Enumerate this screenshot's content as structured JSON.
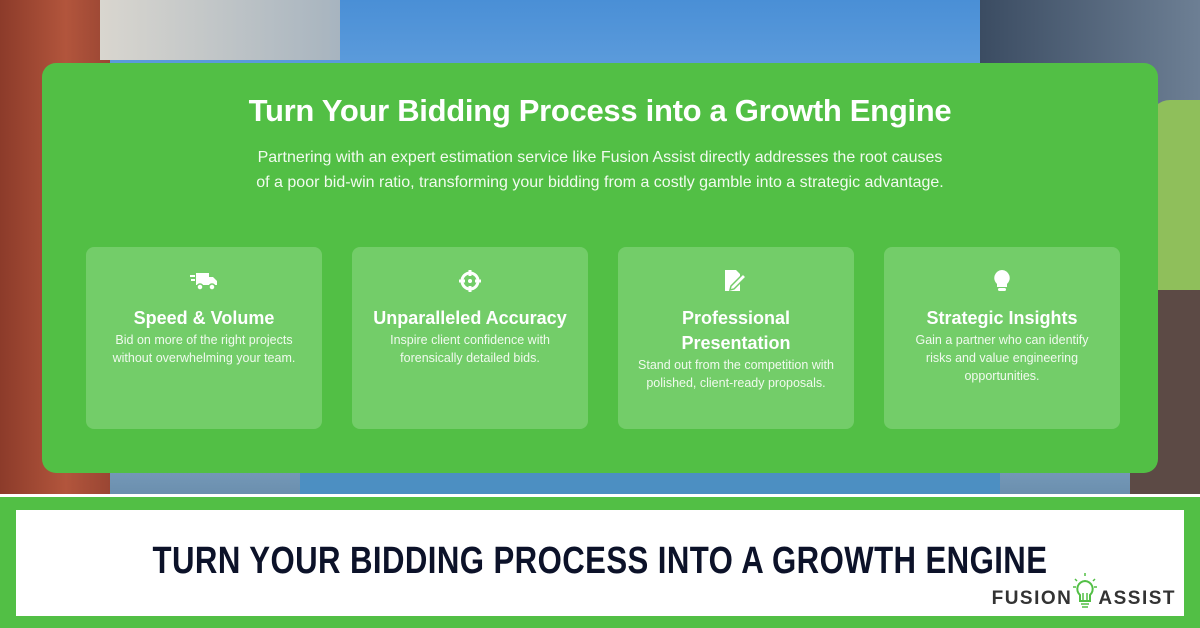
{
  "panel": {
    "title": "Turn Your Bidding Process into a Growth Engine",
    "intro": "Partnering with an expert estimation service like Fusion Assist directly addresses the root causes of a poor bid-win ratio, transforming your bidding from a costly gamble into a strategic advantage.",
    "cards": [
      {
        "icon": "truck-fast-icon",
        "title": "Speed & Volume",
        "text": "Bid on more of the right projects without overwhelming your team."
      },
      {
        "icon": "crosshairs-icon",
        "title": "Unparalleled Accuracy",
        "text": "Inspire client confidence with forensically detailed bids."
      },
      {
        "icon": "file-signature-icon",
        "title": "Professional Presentation",
        "text": "Stand out from the competition with polished, client-ready proposals."
      },
      {
        "icon": "lightbulb-icon",
        "title": "Strategic Insights",
        "text": "Gain a partner who can identify risks and value engineering opportunities."
      }
    ]
  },
  "banner": {
    "headline": "TURN YOUR BIDDING PROCESS INTO A GROWTH ENGINE",
    "logo_left": "FUSION",
    "logo_right": "ASSIST"
  },
  "colors": {
    "green": "#52bf45",
    "card": "#73cd69",
    "navy": "#0c1229"
  }
}
